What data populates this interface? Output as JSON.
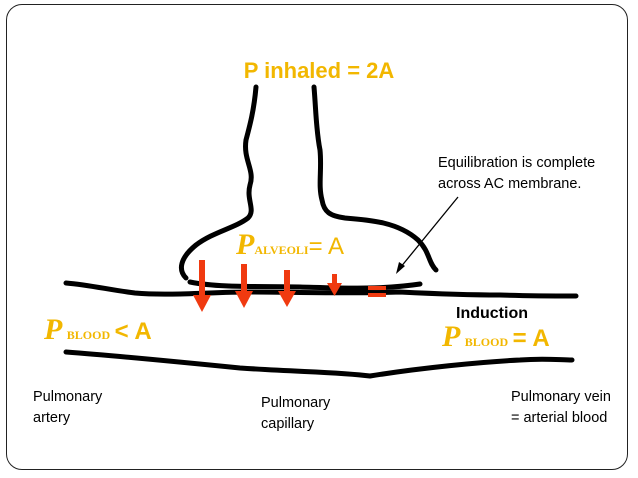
{
  "title": "P inhaled = 2A",
  "note": {
    "line1": "Equilibration is complete",
    "line2": "across AC membrane."
  },
  "alveoli_label": {
    "symbol": "P",
    "subscript": "ALVEOLI",
    "relation": "= A"
  },
  "blood_left": {
    "symbol": "P",
    "subscript": "BLOOD",
    "relation": "< A"
  },
  "blood_right": {
    "symbol": "P",
    "subscript": "BLOOD",
    "relation": "= A"
  },
  "induction": "Induction",
  "labels": {
    "artery": "Pulmonary artery",
    "capillary": "Pulmonary capillary",
    "vein": "Pulmonary vein = arterial blood"
  },
  "colors": {
    "accent_gold": "#F2B700",
    "arrow_red": "#F03A10",
    "ink": "#000000"
  }
}
